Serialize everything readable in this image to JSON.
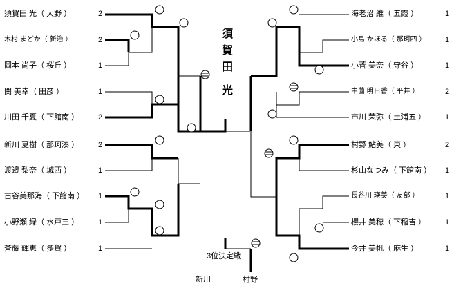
{
  "bracket": {
    "left": [
      {
        "name": "須賀田 光",
        "team": "大野",
        "score": "2"
      },
      {
        "name": "木村 まどか",
        "team": "新治",
        "score": "2"
      },
      {
        "name": "岡本 尚子",
        "team": "桜丘",
        "score": "1"
      },
      {
        "name": "関 美幸",
        "team": "田彦",
        "score": "1"
      },
      {
        "name": "川田 千夏",
        "team": "下館南",
        "score": "2"
      },
      {
        "name": "新川 夏樹",
        "team": "那珂湊",
        "score": "2"
      },
      {
        "name": "渡邉 梨奈",
        "team": "城西",
        "score": "1"
      },
      {
        "name": "古谷美那海",
        "team": "下館南",
        "score": "1"
      },
      {
        "name": "小野瀬 緑",
        "team": "水戸三",
        "score": "1"
      },
      {
        "name": "斉藤 輝恵",
        "team": "多賀",
        "score": "1"
      }
    ],
    "right": [
      {
        "name": "海老沼 維",
        "team": "五霞",
        "score": "1"
      },
      {
        "name": "小島 かほる",
        "team": "那珂四",
        "score": "1"
      },
      {
        "name": "小菅 美奈",
        "team": "守谷",
        "score": "1"
      },
      {
        "name": "中薗 明日香",
        "team": "平井",
        "score": "2"
      },
      {
        "name": "市川 茉弥",
        "team": "土浦五",
        "score": "1"
      },
      {
        "name": "村野 鮎美",
        "team": "東",
        "score": "2"
      },
      {
        "name": "杉山なつみ",
        "team": "下館南",
        "score": "1"
      },
      {
        "name": "長谷川 瑛美",
        "team": "友部",
        "score": "1"
      },
      {
        "name": "櫻井 美穂",
        "team": "下稲吉",
        "score": "1"
      },
      {
        "name": "今井 美帆",
        "team": "麻生",
        "score": "1"
      }
    ],
    "champion": [
      "須",
      "賀",
      "田",
      "光"
    ],
    "third_place": {
      "label": "3位決定戦",
      "left": "新川",
      "right": "村野"
    }
  }
}
